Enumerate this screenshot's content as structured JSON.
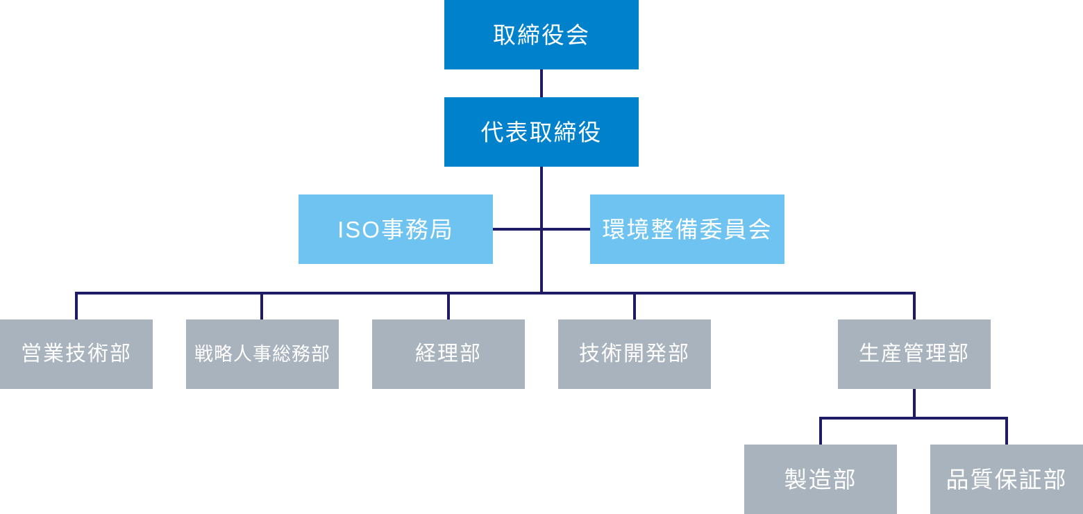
{
  "palette": {
    "page_background": "#ffffff",
    "primary_blue": "#0081cc",
    "light_blue": "#6ec3f0",
    "dept_gray": "#a9b3bd",
    "connector_navy": "#1e1a63",
    "label_text": "#ffffff"
  },
  "org_chart": {
    "type": "organization-chart",
    "board": {
      "label": "取締役会"
    },
    "president": {
      "label": "代表取締役"
    },
    "staff_units": [
      {
        "label": "ISO事務局"
      },
      {
        "label": "環境整備委員会"
      }
    ],
    "departments": [
      {
        "label": "営業技術部"
      },
      {
        "label": "戦略人事総務部"
      },
      {
        "label": "経理部"
      },
      {
        "label": "技術開発部"
      },
      {
        "label": "生産管理部"
      }
    ],
    "production_sub_departments": [
      {
        "label": "製造部"
      },
      {
        "label": "品質保証部"
      }
    ]
  }
}
